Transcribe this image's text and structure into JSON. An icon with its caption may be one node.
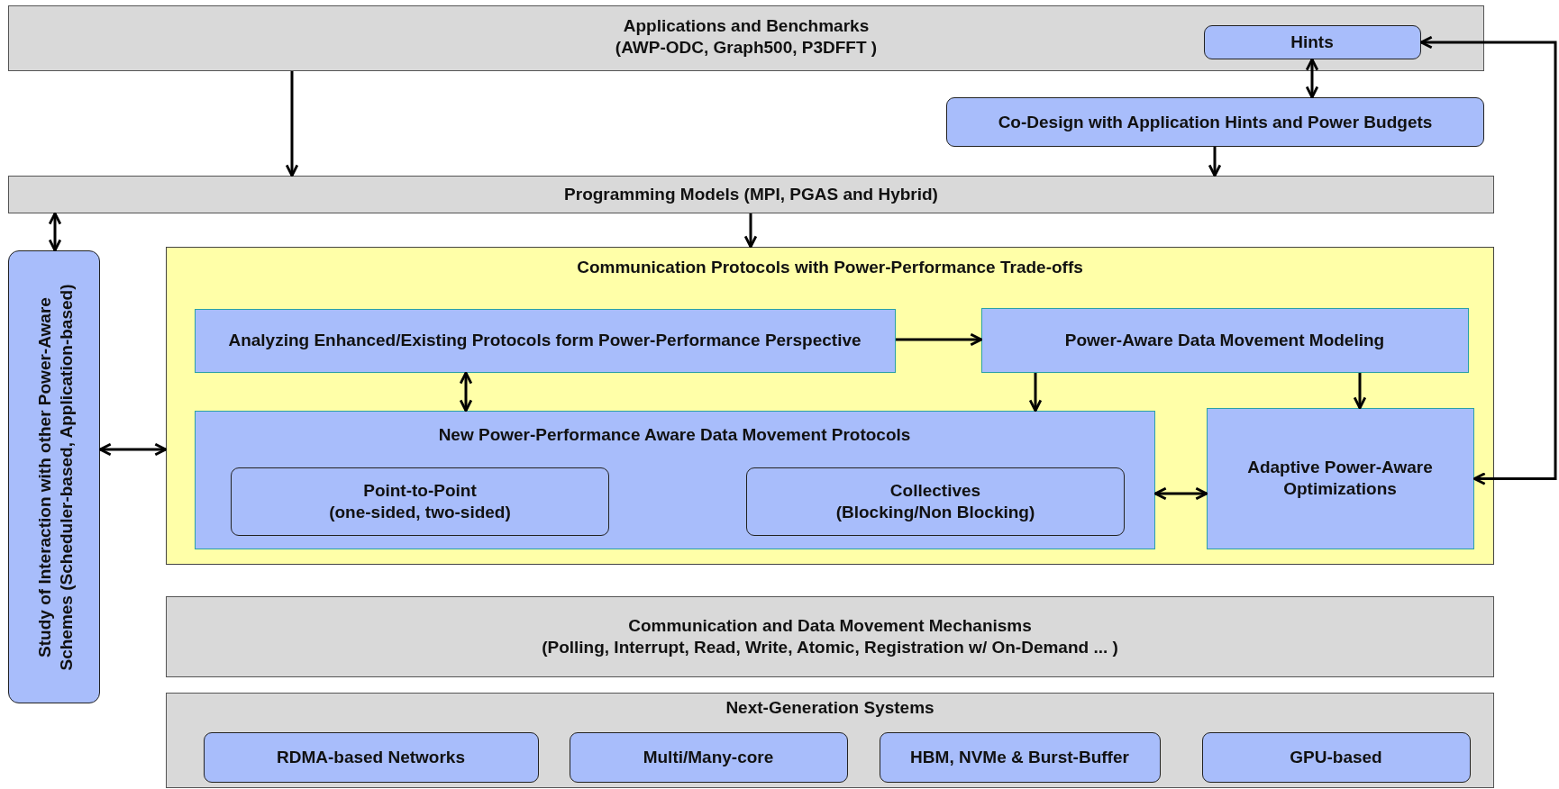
{
  "diagram": {
    "nodes": [
      {
        "text": [
          "Applications and Benchmarks",
          "(AWP-ODC, Graph500, P3DFFT )"
        ]
      },
      {
        "text": [
          "Hints"
        ],
        "in": 0
      },
      {
        "text": [
          "Co-Design with Application Hints and Power Budgets"
        ]
      },
      {
        "text": [
          "Programming Models (MPI, PGAS and Hybrid)"
        ]
      },
      {
        "text": [
          "Study of Interaction with other Power-Aware Schemes (Scheduler-based, Application-based)"
        ]
      },
      {
        "text": [
          "Communication Protocols with Power-Performance Trade-offs"
        ]
      },
      {
        "text": [
          "Analyzing Enhanced/Existing Protocols form Power-Performance Perspective"
        ],
        "in": 5
      },
      {
        "text": [
          "Power-Aware Data Movement Modeling"
        ],
        "in": 5
      },
      {
        "text": [
          "New Power-Performance Aware Data Movement Protocols"
        ],
        "in": 5
      },
      {
        "text": [
          "Point-to-Point",
          "(one-sided, two-sided)"
        ],
        "in": 8
      },
      {
        "text": [
          "Collectives",
          "(Blocking/Non Blocking)"
        ],
        "in": 8
      },
      {
        "text": [
          "Adaptive Power-Aware Optimizations"
        ],
        "in": 5
      },
      {
        "text": [
          "Communication and Data Movement Mechanisms",
          "(Polling, Interrupt, Read, Write, Atomic, Registration w/ On-Demand ... )"
        ]
      },
      {
        "text": [
          "Next-Generation Systems"
        ]
      },
      {
        "text": [
          "RDMA-based Networks"
        ],
        "in": 13
      },
      {
        "text": [
          "Multi/Many-core"
        ],
        "in": 13
      },
      {
        "text": [
          "HBM, NVMe & Burst-Buffer"
        ],
        "in": 13
      },
      {
        "text": [
          "GPU-based"
        ],
        "in": 13
      }
    ],
    "edges": [
      {
        "from": 0,
        "to": 3,
        "arrow": "to"
      },
      {
        "from": 1,
        "to": 2,
        "arrow": "both"
      },
      {
        "from": 2,
        "to": 3,
        "arrow": "to"
      },
      {
        "from": 3,
        "to": 4,
        "arrow": "both"
      },
      {
        "from": 3,
        "to": 5,
        "arrow": "to"
      },
      {
        "from": 1,
        "to": 11,
        "arrow": "both"
      },
      {
        "from": 4,
        "to": 5,
        "arrow": "both"
      },
      {
        "from": 6,
        "to": 7,
        "arrow": "to"
      },
      {
        "from": 6,
        "to": 8,
        "arrow": "both"
      },
      {
        "from": 7,
        "to": 8,
        "arrow": "to"
      },
      {
        "from": 7,
        "to": 11,
        "arrow": "to"
      },
      {
        "from": 8,
        "to": 11,
        "arrow": "both"
      }
    ]
  }
}
